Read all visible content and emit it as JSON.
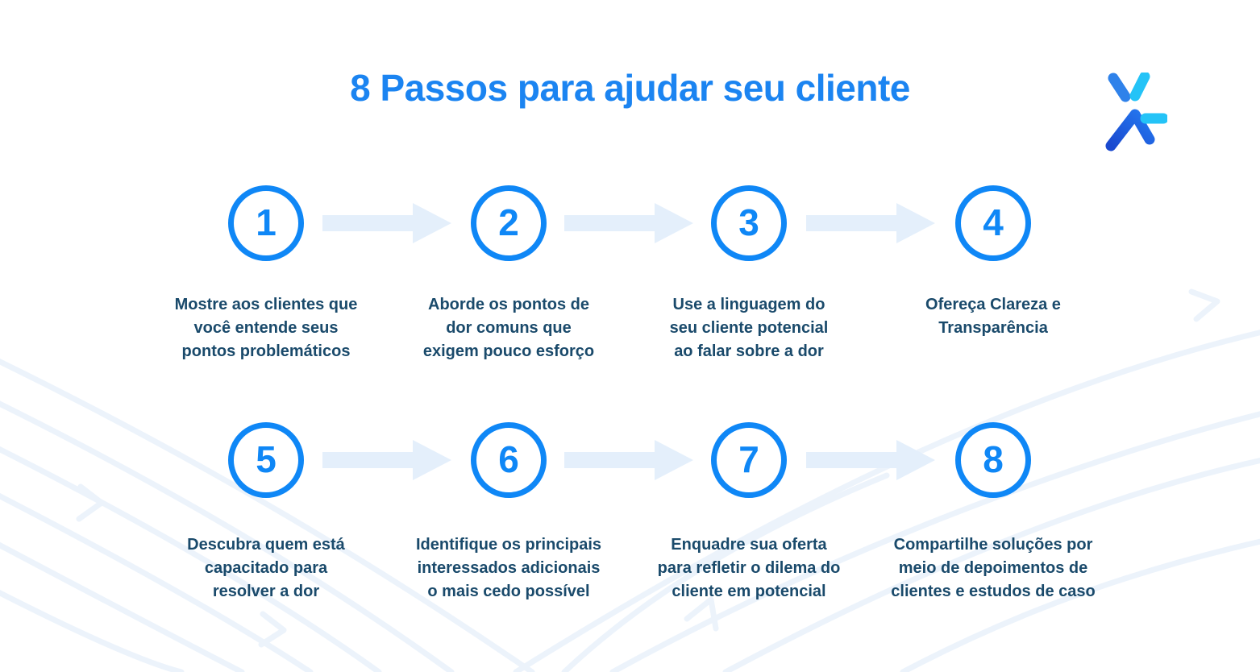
{
  "title": "8 Passos para ajudar seu cliente",
  "logo_icon": "spark-asterisk-logo-icon",
  "colors": {
    "title_blue": "#1b84f1",
    "circle_blue": "#0f87f6",
    "description_text": "#1a4a6b",
    "arrow_light_blue": "#e4effb",
    "background_curves": "#ecf3fb",
    "logo_dark_blue": "#1a49cf",
    "logo_mid_blue": "#2f82ea",
    "logo_cyan": "#24c3f7"
  },
  "steps": [
    {
      "number": "1",
      "text": "Mostre aos clientes que\nvocê entende seus\npontos problemáticos"
    },
    {
      "number": "2",
      "text": "Aborde os pontos de\ndor comuns que\nexigem pouco esforço"
    },
    {
      "number": "3",
      "text": "Use a linguagem do\nseu cliente potencial\nao falar sobre a dor"
    },
    {
      "number": "4",
      "text": "Ofereça Clareza e\nTransparência"
    },
    {
      "number": "5",
      "text": "Descubra quem está\ncapacitado para\nresolver a dor"
    },
    {
      "number": "6",
      "text": "Identifique os principais\ninteressados adicionais\no mais cedo possível"
    },
    {
      "number": "7",
      "text": "Enquadre sua oferta\npara refletir o dilema do\ncliente em potencial"
    },
    {
      "number": "8",
      "text": "Compartilhe soluções por\nmeio de depoimentos de\nclientes e estudos de caso"
    }
  ]
}
